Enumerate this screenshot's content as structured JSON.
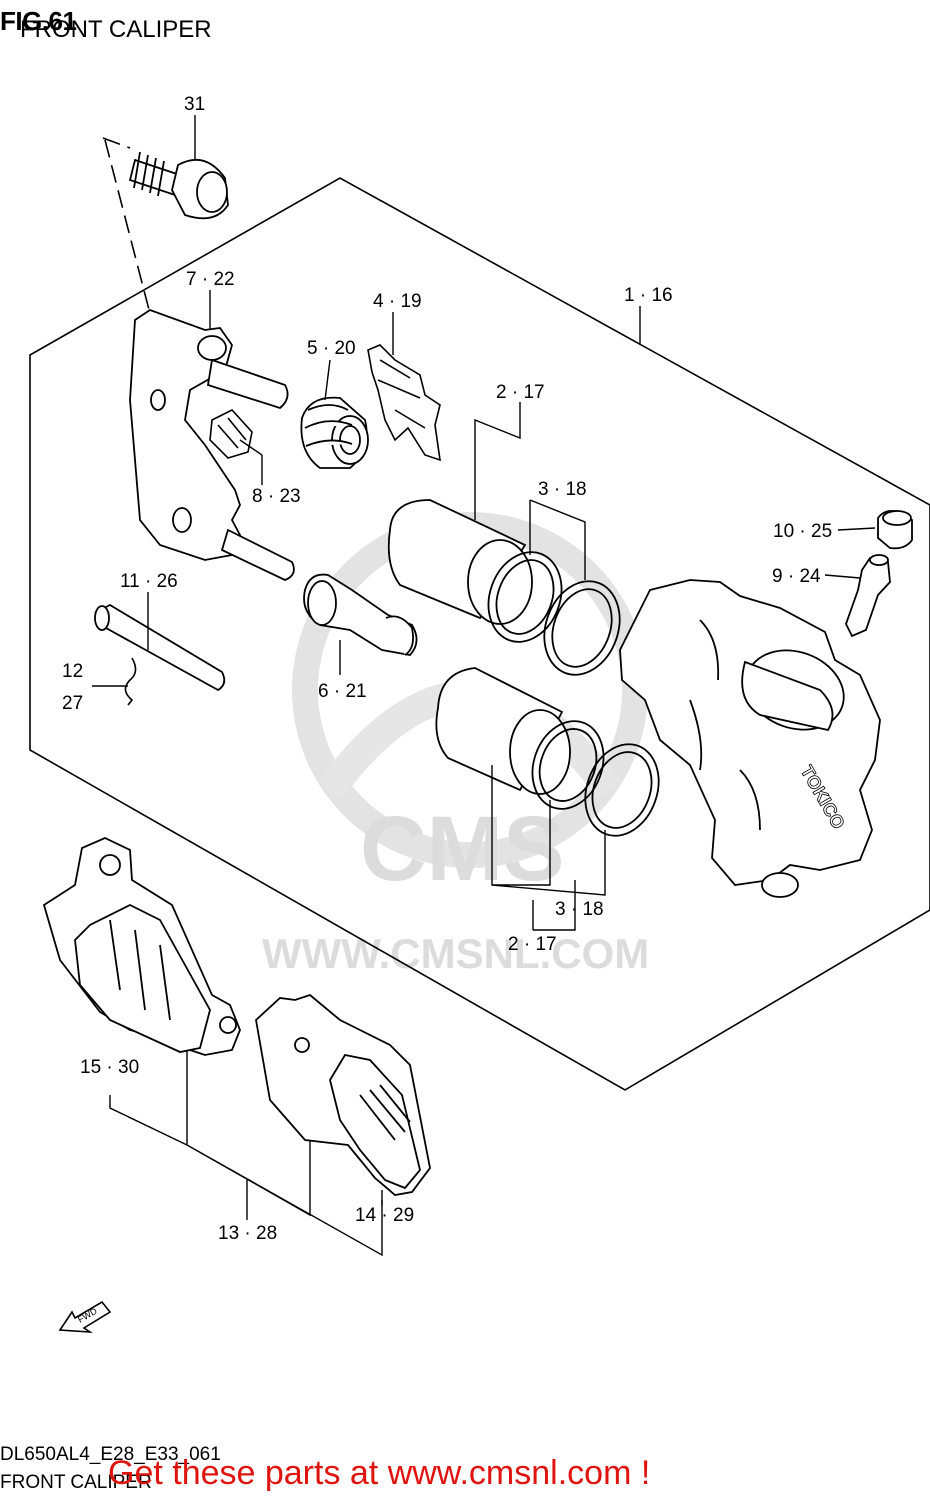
{
  "figure": {
    "title": "FIG.61",
    "subtitle": "FRONT CALIPER"
  },
  "watermark": {
    "brand": "CMS",
    "url": "WWW.CMSNL.COM"
  },
  "caliper_marking": "TOKICO",
  "fwd_label": "FWD",
  "callouts": {
    "c31": "31",
    "c7_22": "7 · 22",
    "c4_19": "4 · 19",
    "c1_16": "1 · 16",
    "c5_20": "5 · 20",
    "c2_17_top": "2 · 17",
    "c3_18_top": "3 · 18",
    "c8_23": "8 · 23",
    "c10_25": "10 · 25",
    "c9_24": "9 · 24",
    "c11_26": "11 · 26",
    "c12": "12",
    "c27": "27",
    "c6_21": "6 · 21",
    "c3_18_bot": "3 · 18",
    "c2_17_bot": "2 · 17",
    "c15_30": "15 · 30",
    "c14_29": "14 · 29",
    "c13_28": "13 · 28"
  },
  "footer": {
    "code": "DL650AL4_E28_E33_061",
    "subtitle": "FRONT CALIPER",
    "cta": "Get these parts at www.cmsnl.com !"
  },
  "colors": {
    "cta": "#e0140e",
    "line": "#000000",
    "watermark": "#dcdcdc"
  }
}
